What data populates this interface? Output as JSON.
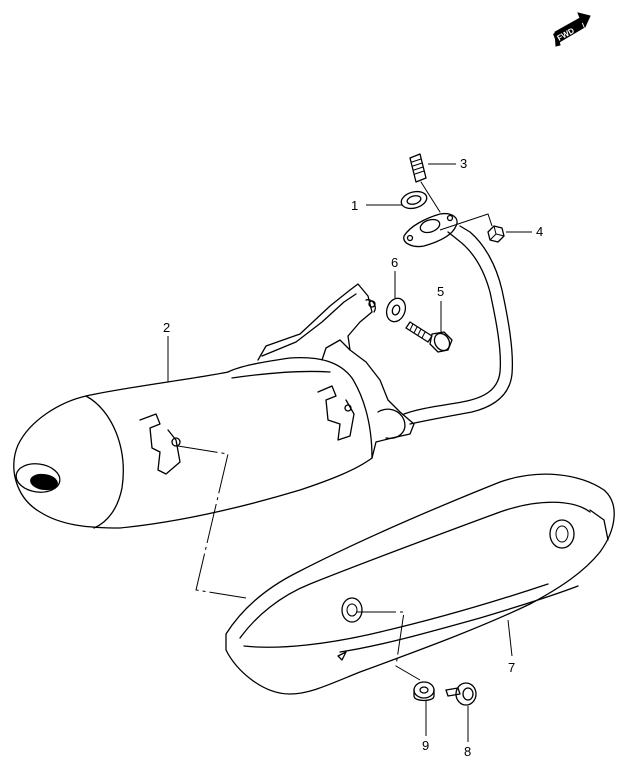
{
  "fwd_badge": {
    "label": "FWD"
  },
  "callouts": {
    "part_1": "1",
    "part_2": "2",
    "part_3": "3",
    "part_4": "4",
    "part_5": "5",
    "part_6": "6",
    "part_7": "7",
    "part_8": "8",
    "part_9": "9"
  }
}
